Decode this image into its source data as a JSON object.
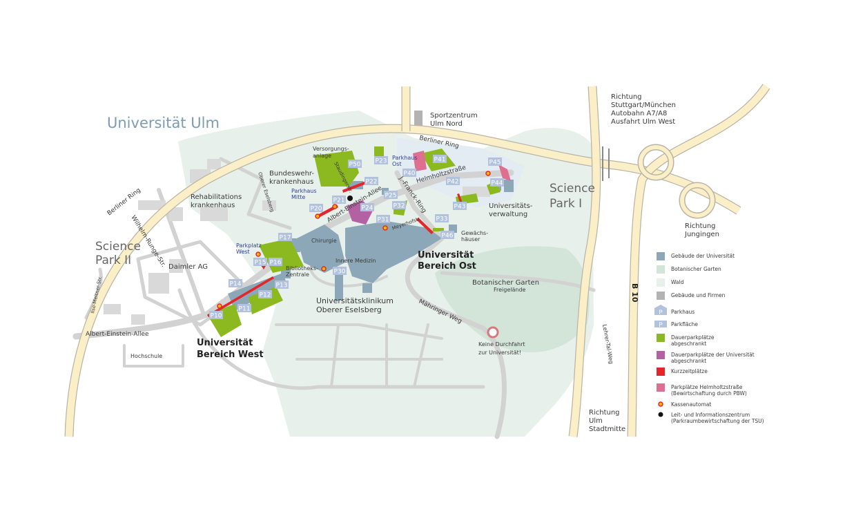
{
  "title": "Universität Ulm",
  "places": {
    "sportzentrum": [
      "Sportzentrum",
      "Ulm Nord"
    ],
    "richtung_stuttgart": [
      "Richtung",
      "Stuttgart/München",
      "Autobahn A7/A8",
      "Ausfahrt Ulm West"
    ],
    "science_park_1": [
      "Science",
      "Park I"
    ],
    "science_park_2": [
      "Science",
      "Park II"
    ],
    "richtung_jungingen": [
      "Richtung",
      "Jungingen"
    ],
    "richtung_ulm": [
      "Richtung",
      "Ulm",
      "Stadtmitte"
    ],
    "versorgungsanlage": [
      "Versorgungs-",
      "anlage"
    ],
    "bundeswehrkrankenhaus": [
      "Bundeswehr-",
      "krankenhaus"
    ],
    "rehabilitationskrankenhaus": [
      "Rehabilitations",
      "krankenhaus"
    ],
    "parkhaus_mitte": [
      "Parkhaus",
      "Mitte"
    ],
    "parkhaus_ost": [
      "Parkhaus",
      "Ost"
    ],
    "parkplatz_west": [
      "Parkplatz",
      "West"
    ],
    "universitaetsverwaltung": [
      "Universitäts-",
      "verwaltung"
    ],
    "gewaechshaeuser": [
      "Gewächs-",
      "häuser"
    ],
    "chirurgie": "Chirurgie",
    "innere_medizin": "Innere Medizin",
    "bibliothek": [
      "Bibliotheks-",
      "Zentrale"
    ],
    "daimler": "Daimler AG",
    "hochschule": "Hochschule",
    "bereich_west": [
      "Universität",
      "Bereich West"
    ],
    "bereich_ost": [
      "Universität",
      "Bereich Ost"
    ],
    "klinikum": [
      "Universitätsklinikum",
      "Oberer Eselsberg"
    ],
    "botanischer_garten": "Botanischer Garten",
    "freigelaende": "Freigelände",
    "keine_durchfahrt": [
      "Keine Durchfahrt",
      "zur Universität!"
    ]
  },
  "streets": {
    "berliner_ring": "Berliner Ring",
    "b10": "B 10",
    "lehrer_tal_weg": "Lehrer-Tal-Weg",
    "staudingerstr": "Staudingerstr.",
    "oberer_eselsberg": "Oberer Eselsberg",
    "albert_einstein_allee": "Albert-Einstein-Allee",
    "j_franck_ring": "J.-Franck-Ring",
    "helmholtzstrasse": "Helmholtzstraße",
    "meyerhofstr": "Meyerhofstr.",
    "wilhelm_runge_str": "Wilhelm-Runge-Str.",
    "ilse_meitner_str": "Ilse-Meitner-Str.",
    "maehringer_weg": "Mähringer Weg"
  },
  "parking": [
    "P10",
    "P11",
    "P12",
    "P13",
    "P14",
    "P15",
    "P16",
    "P17",
    "P20",
    "P21",
    "P22",
    "P23",
    "P24",
    "P25",
    "P30",
    "P31",
    "P32",
    "P33",
    "P40",
    "P41",
    "P42",
    "P43",
    "P44",
    "P45",
    "P46",
    "P50"
  ],
  "legend": [
    {
      "label": [
        "Gebäude der Universität"
      ],
      "color": "#8ca7b7"
    },
    {
      "label": [
        "Botanischer Garten"
      ],
      "color": "#d3e5d9"
    },
    {
      "label": [
        "Wald"
      ],
      "color": "#e7f0ea"
    },
    {
      "label": [
        "Gebäude und Firmen"
      ],
      "color": "#b3b3b3"
    },
    {
      "label": [
        "Parkhaus"
      ],
      "color": "#b3c2dc",
      "glyph": "P"
    },
    {
      "label": [
        "Parkfläche"
      ],
      "color": "#b3c2dc",
      "glyph": "P"
    },
    {
      "label": [
        "Dauerparkplätze",
        "abgeschrankt"
      ],
      "color": "#8cb820"
    },
    {
      "label": [
        "Dauerparkplätze der Universität",
        "abgeschrankt"
      ],
      "color": "#b361a3"
    },
    {
      "label": [
        "Kurzzeitplätze"
      ],
      "color": "#e3262c"
    },
    {
      "label": [
        "Parkplätze Helmholtzstraße",
        "(Bewirtschaftung durch PBW)"
      ],
      "color": "#df6f91"
    },
    {
      "label": [
        "Kassenautomat"
      ],
      "color": "#f6b800"
    },
    {
      "label": [
        "Leit- und Informationszentrum",
        "(Parkraumbewirtschaftung der TSU)"
      ],
      "color": "#111111"
    }
  ]
}
